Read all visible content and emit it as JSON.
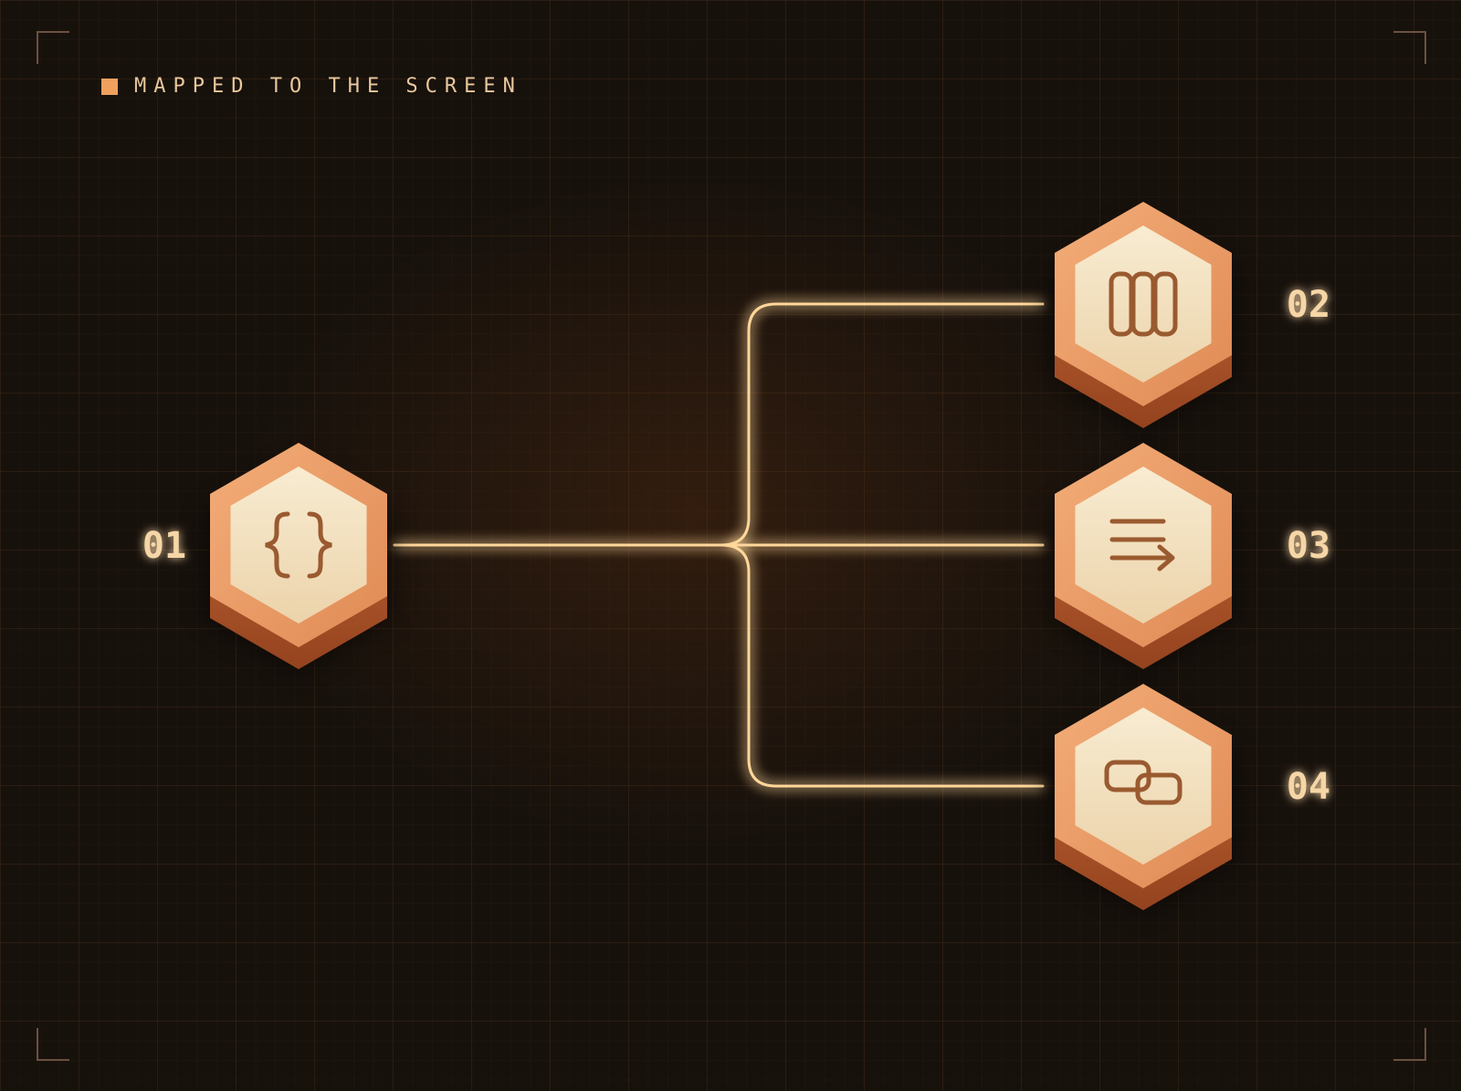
{
  "header": {
    "title": "MAPPED TO THE SCREEN"
  },
  "colors": {
    "background": "#17110c",
    "accent": "#f0a15e",
    "connector": "#ffd79a",
    "hex_face": "#f5e3c0",
    "hex_rim": "#eb9a67",
    "hex_side": "#b5582b",
    "icon_stroke": "#9a5a30",
    "label": "#f6d6a6"
  },
  "nodes": [
    {
      "id": "source",
      "label": "01",
      "icon": "curly-braces-icon"
    },
    {
      "id": "target-a",
      "label": "02",
      "icon": "columns-icon"
    },
    {
      "id": "target-b",
      "label": "03",
      "icon": "text-lines-arrow-icon"
    },
    {
      "id": "target-c",
      "label": "04",
      "icon": "chain-link-icon"
    }
  ]
}
